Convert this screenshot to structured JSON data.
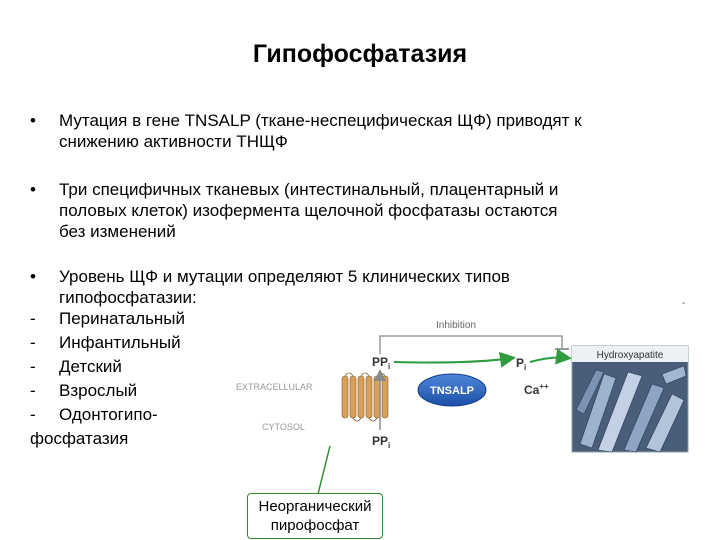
{
  "title": "Гипофосфатазия",
  "bullet_symbol": "•",
  "dash_symbol": "-",
  "bullets": [
    {
      "lines": [
        "Мутация в гене TNSALP (ткане-неспецифическая ЩФ) приводят к",
        "снижению активности ТНЩФ"
      ]
    },
    {
      "lines": [
        "Три специфичных тканевых (интестинальный, плацентарный и",
        "половых клеток) изофермента щелочной фосфатазы остаются",
        "без изменений"
      ]
    },
    {
      "lines": [
        "Уровень ЩФ и мутации определяют 5 клинических типов",
        "гипофосфатазии:"
      ]
    }
  ],
  "types": [
    "Перинатальный",
    "Инфантильный",
    "Детский",
    "Взрослый",
    "Одонтогипо-"
  ],
  "types_tail": "фосфатазия",
  "diagram": {
    "inhibition": "Inhibition",
    "extracellular": "EXTRACELLULAR",
    "cytosol": "CYTOSOL",
    "ppi_top": "PP",
    "ppi_bottom": "PP",
    "sub_i": "i",
    "enzyme": "TNSALP",
    "pi": "P",
    "calcium": "Ca",
    "calcium_sup": "++",
    "hydroxyapatite": "Hydroxyapatite"
  },
  "callout": [
    "Неорганический",
    "пирофосфат"
  ],
  "corner_mark": "-"
}
